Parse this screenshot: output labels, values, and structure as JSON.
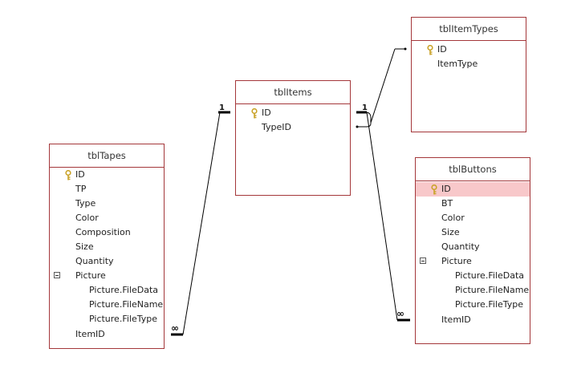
{
  "tables": {
    "tapes": {
      "name": "tblTapes",
      "fields": [
        "ID",
        "TP",
        "Type",
        "Color",
        "Composition",
        "Size",
        "Quantity",
        "Picture",
        "Picture.FileData",
        "Picture.FileName",
        "Picture.FileType",
        "ItemID"
      ]
    },
    "items": {
      "name": "tblItems",
      "fields": [
        "ID",
        "TypeID"
      ]
    },
    "itemtypes": {
      "name": "tblItemTypes",
      "fields": [
        "ID",
        "ItemType"
      ]
    },
    "buttons": {
      "name": "tblButtons",
      "fields": [
        "ID",
        "BT",
        "Color",
        "Size",
        "Quantity",
        "Picture",
        "Picture.FileData",
        "Picture.FileName",
        "Picture.FileType",
        "ItemID"
      ],
      "selected_field": "ID"
    }
  },
  "relationships": {
    "items_tapes": {
      "one": "1",
      "many": "∞"
    },
    "items_buttons": {
      "one": "1",
      "many": "∞"
    }
  },
  "colors": {
    "border": "#a4373a",
    "selected_row": "#f8c8ca",
    "line": "#000000",
    "key_icon": "#c9a227"
  }
}
